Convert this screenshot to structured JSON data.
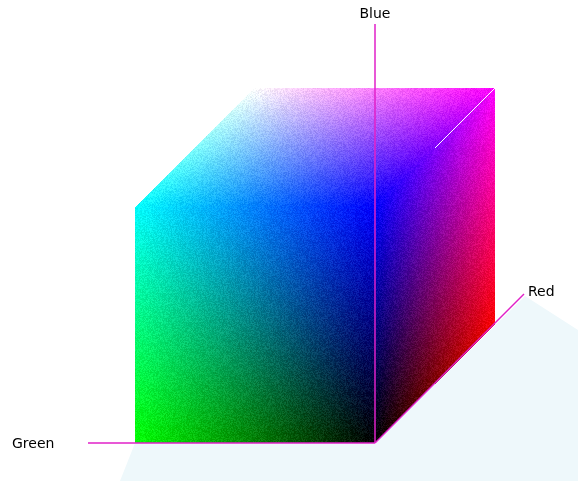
{
  "diagram": {
    "labels": [
      "Blue",
      "Red",
      "Green"
    ]
  }
}
